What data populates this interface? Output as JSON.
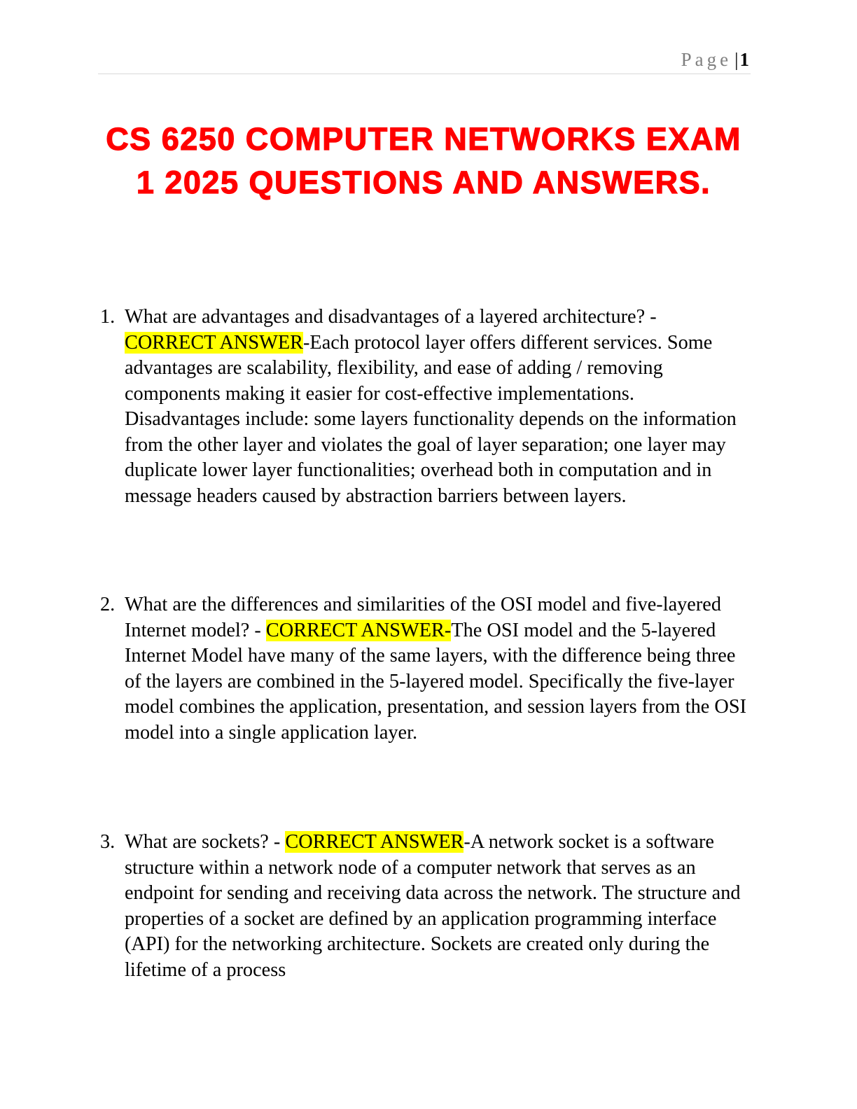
{
  "header": {
    "page_label": "Page",
    "separator": "|",
    "page_number": "1"
  },
  "title": "CS 6250 COMPUTER NETWORKS EXAM 1 2025 QUESTIONS AND ANSWERS.",
  "items": [
    {
      "number": "1.",
      "question": "What are advantages and disadvantages of a layered architecture? - ",
      "label": "CORRECT ANSWER",
      "answer": "-Each protocol layer offers different services. Some advantages are scalability, flexibility, and ease of adding / removing components making it easier for cost-effective implementations. Disadvantages include: some layers functionality depends on the information from the other layer and violates the goal of layer separation; one layer may duplicate lower layer functionalities; overhead both in computation and in message headers caused by abstraction barriers between layers."
    },
    {
      "number": "2.",
      "question": "What are the differences and similarities of the OSI model and five-layered Internet model? - ",
      "label": "CORRECT ANSWER-",
      "answer": "The OSI model and the 5-layered Internet Model have many of the same layers, with the difference being three of the layers are combined in the 5-layered model. Specifically the five-layer model combines the application, presentation, and session layers from the OSI model into a single application layer."
    },
    {
      "number": "3.",
      "question": "What are sockets? - ",
      "label": "CORRECT ANSWER",
      "answer": "-A network socket is a software structure within a network node of a computer network that serves as an endpoint for sending and receiving data across the network. The structure and properties of a socket are defined by an application programming interface (API) for the networking architecture. Sockets are created only during the lifetime of a process"
    }
  ]
}
